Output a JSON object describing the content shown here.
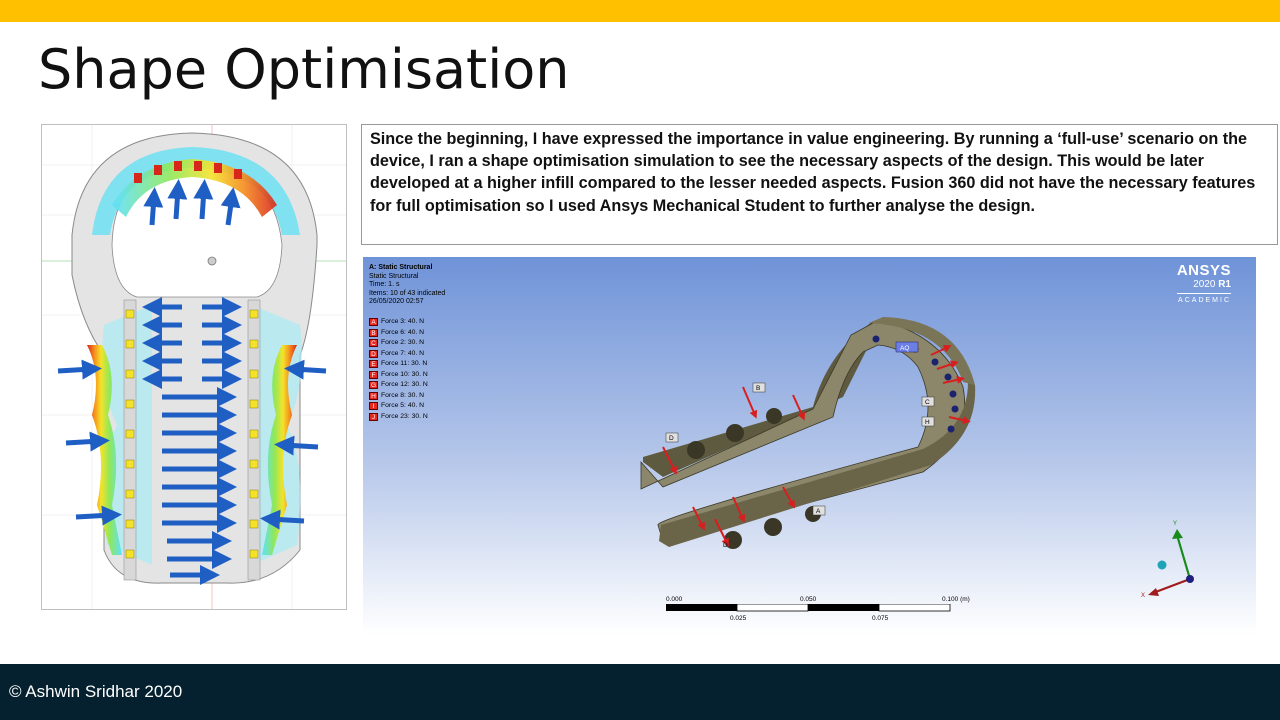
{
  "slide": {
    "title": "Shape Optimisation",
    "description": "Since the beginning, I have expressed the importance in value engineering. By running a ‘full-use’ scenario on the device, I ran a shape optimisation simulation to see the necessary aspects of the design. This would be later developed at a higher infill compared to the lesser needed aspects. Fusion 360 did not have the necessary features for full optimisation so I used Ansys Mechanical Student to further analyse the design.",
    "footer": "© Ashwin Sridhar 2020"
  },
  "ansys": {
    "header_title": "A: Static Structural",
    "analysis_type": "Static Structural",
    "time": "Time: 1. s",
    "items": "Items: 10 of 43 indicated",
    "date": "26/05/2020 02:57",
    "logo_name": "ANSYS",
    "logo_version_prefix": "2020",
    "logo_version_release": "R1",
    "logo_edition": "ACADEMIC",
    "legend": [
      {
        "key": "A",
        "label": "Force 3: 40. N"
      },
      {
        "key": "B",
        "label": "Force 6: 40. N"
      },
      {
        "key": "C",
        "label": "Force 2: 30. N"
      },
      {
        "key": "D",
        "label": "Force 7: 40. N"
      },
      {
        "key": "E",
        "label": "Force 11: 30. N"
      },
      {
        "key": "F",
        "label": "Force 10: 30. N"
      },
      {
        "key": "G",
        "label": "Force 12: 30. N"
      },
      {
        "key": "H",
        "label": "Force 8: 30. N"
      },
      {
        "key": "I",
        "label": "Force 5: 40. N"
      },
      {
        "key": "J",
        "label": "Force 23: 30. N"
      }
    ],
    "model_tags": [
      "A",
      "B",
      "C",
      "D",
      "H",
      "AQ",
      "D"
    ],
    "scale": {
      "top": [
        "0.000",
        "0.050",
        "0.100 (m)"
      ],
      "bottom": [
        "0.025",
        "0.075"
      ]
    },
    "triad": {
      "y": "Y",
      "x": "X"
    }
  },
  "colors": {
    "accent_bar": "#ffc000",
    "footer_bg": "#05212f",
    "force_red": "#e8281f",
    "arrow_blue": "#1f5fc4",
    "part_olive": "#7f7a5a"
  }
}
